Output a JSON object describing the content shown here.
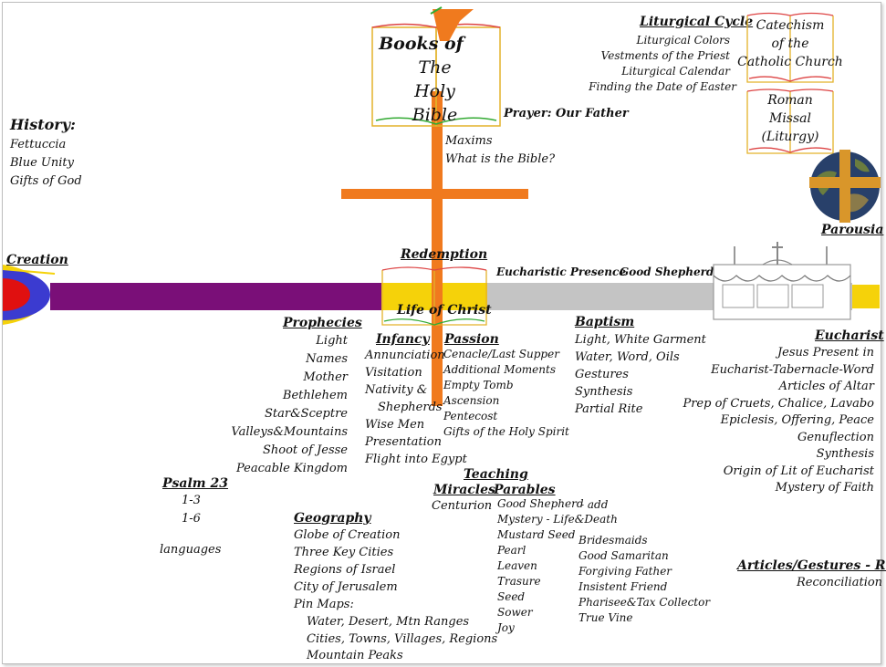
{
  "colors": {
    "cross": "#f07a1e",
    "timeline_purple": "#7a0f78",
    "timeline_gray": "#c4c4c4",
    "gold": "#f5d20a",
    "blue": "#3b3bd0",
    "red": "#e01010"
  },
  "bible": {
    "line1": "Books of",
    "line2": "The",
    "line3": "Holy Bible"
  },
  "prayer": "Prayer: Our Father",
  "bible_items": [
    "Maxims",
    "What is the Bible?"
  ],
  "liturgical": {
    "title": "Liturgical Cycle",
    "items": [
      "Liturgical Colors",
      "Vestments of the Priest",
      "Liturgical Calendar",
      "Finding the Date of Easter"
    ]
  },
  "catechism": {
    "line1": "Catechism",
    "line2": "of the",
    "line3": "Catholic Church"
  },
  "missal": {
    "line1": "Roman",
    "line2": "Missal",
    "line3": "(Liturgy)"
  },
  "parousia": "Parousia",
  "history": {
    "title": "History:",
    "items": [
      "Fettuccia",
      "Blue Unity",
      "Gifts of God"
    ]
  },
  "creation": "Creation",
  "redemption": "Redemption",
  "eucharistic_presence": "Eucharistic Presence",
  "good_shepherd": "Good Shepherd",
  "life_of_christ": "Life of Christ",
  "prophecies": {
    "title": "Prophecies",
    "items": [
      "Light",
      "Names",
      "Mother",
      "Bethlehem",
      "Star&Sceptre",
      "Valleys&Mountains",
      "Shoot of Jesse",
      "Peacable Kingdom"
    ]
  },
  "infancy": {
    "title": "Infancy",
    "items": [
      "Annunciation",
      "Visitation",
      "Nativity &",
      "Shepherds",
      "Wise Men",
      "Presentation",
      "Flight into Egypt"
    ]
  },
  "passion": {
    "title": "Passion",
    "items": [
      "Cenacle/Last Supper",
      "Additional Moments",
      "Empty Tomb",
      "Ascension",
      "Pentecost",
      "Gifts of the Holy Spirit"
    ]
  },
  "baptism": {
    "title": "Baptism",
    "items": [
      "Light, White Garment",
      "Water, Word, Oils",
      "Gestures",
      "Synthesis",
      "Partial Rite"
    ]
  },
  "eucharist": {
    "title": "Eucharist",
    "items": [
      "Jesus Present in",
      "Eucharist-Tabernacle-Word",
      "Articles of Altar",
      "Prep of Cruets, Chalice, Lavabo",
      "Epiclesis, Offering, Peace",
      "Genuflection",
      "Synthesis",
      "Origin of Lit of Eucharist",
      "Mystery of Faith"
    ]
  },
  "psalm": {
    "title": "Psalm 23",
    "items": [
      "1-3",
      "1-6"
    ],
    "languages": "languages"
  },
  "teaching": {
    "title": "Teaching",
    "miracles": "Miracles",
    "miracles_items": [
      "Centurion"
    ],
    "parables": "Parables",
    "parables_items": [
      "Good Shepherd",
      "Mystery - Life&Death",
      "Mustard Seed",
      "Pearl",
      "Leaven",
      "Trasure",
      "Seed",
      "Sower",
      "Joy"
    ],
    "add": "- add",
    "parables_more": [
      "Bridesmaids",
      "Good Samaritan",
      "Forgiving Father",
      "Insistent Friend",
      "Pharisee&Tax Collector",
      "True Vine"
    ]
  },
  "geography": {
    "title": "Geography",
    "items": [
      "Globe of Creation",
      "Three Key Cities",
      "Regions of Israel",
      "City of Jerusalem",
      "Pin Maps:"
    ],
    "sub_items": [
      "Water, Desert, Mtn Ranges",
      "Cities, Towns, Villages, Regions",
      "Mountain Peaks"
    ]
  },
  "articles": {
    "title": "Articles/Gestures - Rite",
    "items": [
      "Reconciliation"
    ]
  }
}
